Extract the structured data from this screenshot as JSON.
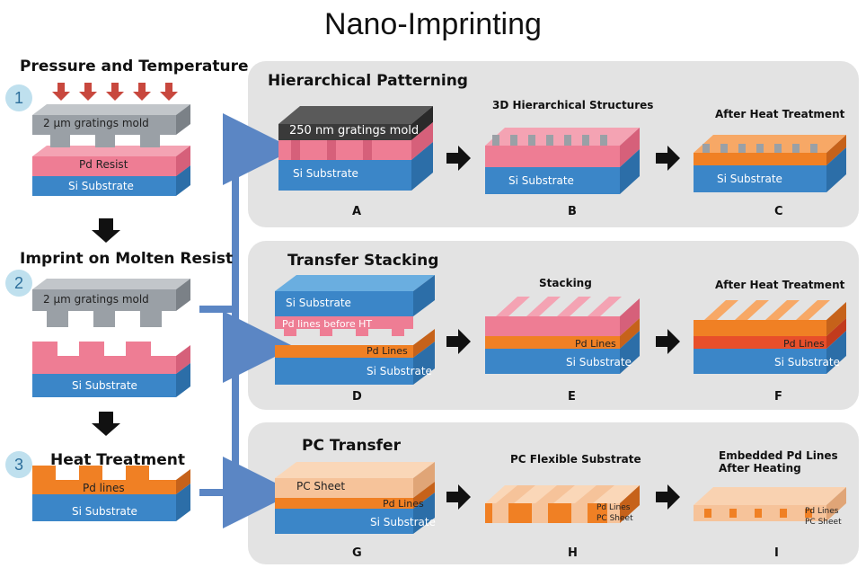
{
  "title": "Nano-Imprinting",
  "left": {
    "step1": {
      "num": "1",
      "heading": "Pressure and Temperature",
      "mold": "2 µm gratings mold",
      "resist": "Pd Resist",
      "substrate": "Si Substrate"
    },
    "step2": {
      "num": "2",
      "heading": "Imprint on Molten Resist",
      "mold": "2 µm gratings mold",
      "substrate": "Si Substrate"
    },
    "step3": {
      "num": "3",
      "heading": "Heat Treatment",
      "lines": "Pd lines",
      "substrate": "Si Substrate"
    }
  },
  "panels": {
    "hierarchical": {
      "heading": "Hierarchical Patterning",
      "mold": "250 nm gratings mold",
      "substrate": "Si Substrate",
      "b_caption": "3D Hierarchical Structures",
      "b_substrate": "Si Substrate",
      "c_caption": "After Heat Treatment",
      "c_substrate": "Si Substrate",
      "letters": [
        "A",
        "B",
        "C"
      ]
    },
    "transfer": {
      "heading": "Transfer Stacking",
      "top_substrate": "Si Substrate",
      "before_ht": "Pd lines before HT",
      "pd_lines": "Pd Lines",
      "substrate": "Si Substrate",
      "e_caption": "Stacking",
      "e_lines": "Pd Lines",
      "e_substrate": "Si Substrate",
      "f_caption": "After Heat Treatment",
      "f_lines": "Pd Lines",
      "f_substrate": "Si Substrate",
      "letters": [
        "D",
        "E",
        "F"
      ]
    },
    "pc": {
      "heading": "PC Transfer",
      "sheet": "PC Sheet",
      "pd_lines": "Pd Lines",
      "substrate": "Si Substrate",
      "h_caption": "PC Flexible Substrate",
      "h_lines": "Pd Lines",
      "h_sheet": "PC Sheet",
      "i_caption_1": "Embedded Pd Lines",
      "i_caption_2": "After Heating",
      "i_lines": "Pd Lines",
      "i_sheet": "PC Sheet",
      "letters": [
        "G",
        "H",
        "I"
      ]
    }
  },
  "colors": {
    "panel_bg": "#e3e3e3",
    "si_blue": "#3b86c8",
    "resist_pink": "#ee7d94",
    "pd_orange": "#f08024",
    "mold_gray": "#9aa0a6",
    "mold_dark": "#3a3a3a",
    "pc_peach": "#f6c39a",
    "arrow_blue": "#5b86c4",
    "pressure_red": "#c8483e"
  }
}
